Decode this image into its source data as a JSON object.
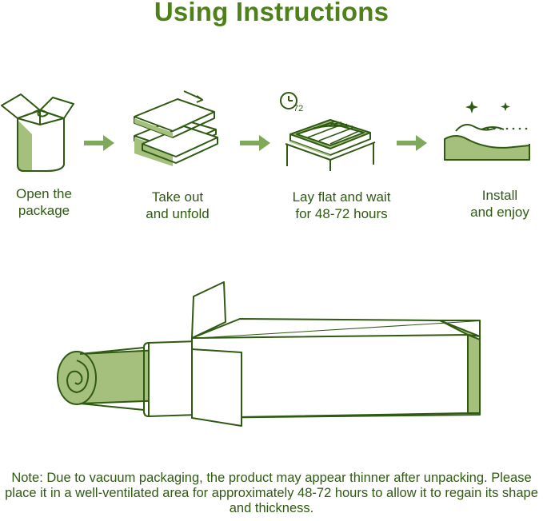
{
  "title": "Using Instructions",
  "steps": [
    {
      "label": "Open the\npackage",
      "icon": "open-box-icon"
    },
    {
      "label": "Take out\nand unfold",
      "icon": "unfold-mattress-icon"
    },
    {
      "label": "Lay flat and wait\nfor 48-72 hours",
      "icon": "mattress-timer-icon",
      "timer_text": "72"
    },
    {
      "label": "Install\nand enjoy",
      "icon": "expanded-mattress-icon"
    }
  ],
  "arrow_icon": "right-arrow-icon",
  "main_illustration": "rolled-mattress-in-box-icon",
  "note": "Note: Due to vacuum packaging, the product may appear thinner after unpacking. Please place it in a well-ventilated area for approximately 48-72 hours to allow it to regain its shape and thickness.",
  "colors": {
    "accent": "#4e8119",
    "outline": "#2f5a12",
    "fill": "#a5bf7c",
    "text": "#2f5a12"
  }
}
